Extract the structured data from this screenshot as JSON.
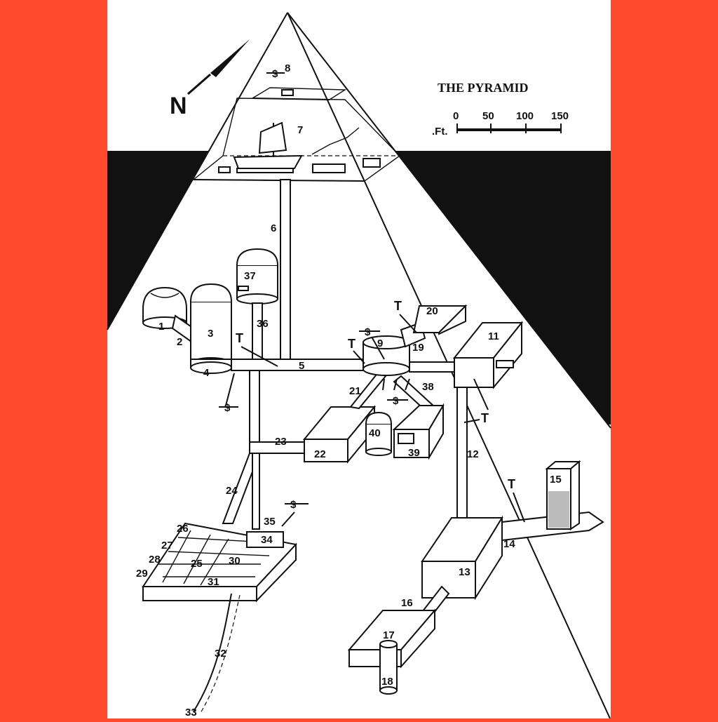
{
  "map": {
    "title": "THE PYRAMID",
    "north_label": "N",
    "scale": {
      "unit": ".Ft.",
      "ticks": [
        "0",
        "50",
        "100",
        "150"
      ]
    },
    "markers": {
      "trap": "T",
      "treasure": "$"
    },
    "rooms": {
      "r1": "1",
      "r2": "2",
      "r3": "3",
      "r4": "4",
      "r5": "5",
      "r6": "6",
      "r7": "7",
      "r8": "8",
      "r9": "9",
      "r11": "11",
      "r12": "12",
      "r13": "13",
      "r14": "14",
      "r15": "15",
      "r16": "16",
      "r17": "17",
      "r18": "18",
      "r19": "19",
      "r20": "20",
      "r21": "21",
      "r22": "22",
      "r23": "23",
      "r24": "24",
      "r25": "25",
      "r26": "26",
      "r27": "27",
      "r28": "28",
      "r29": "29",
      "r30": "30",
      "r31": "31",
      "r32": "32",
      "r33": "33",
      "r34": "34",
      "r35": "35",
      "r36": "36",
      "r37": "37",
      "r38": "38",
      "r39": "39",
      "r40": "40"
    }
  },
  "colors": {
    "border": "#ff4a2e",
    "paper": "#ffffff",
    "ink": "#111111"
  }
}
